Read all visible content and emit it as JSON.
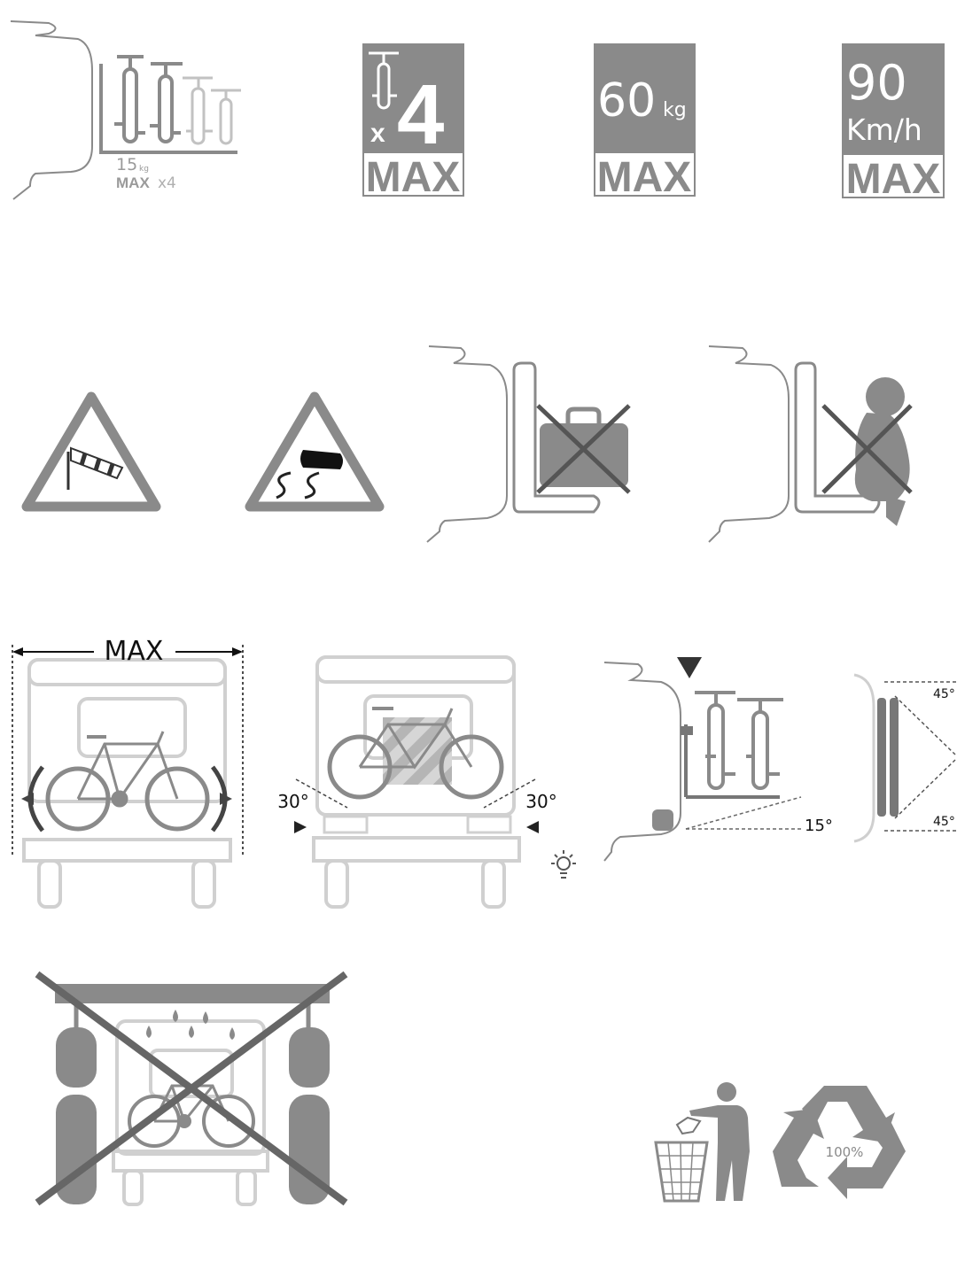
{
  "rack_capacity": {
    "per_bike": "15",
    "per_bike_unit": "kg",
    "max": "MAX",
    "count": "x4"
  },
  "badges": {
    "bikes": {
      "mult": "x",
      "value": "4",
      "max": "MAX"
    },
    "load": {
      "value": "60",
      "unit": "kg",
      "max": "MAX"
    },
    "speed": {
      "value": "90",
      "unit": "Km/h",
      "max": "MAX"
    }
  },
  "width_diagram": {
    "label": "MAX"
  },
  "lights_diagram": {
    "angle_left": "30°",
    "angle_right": "30°"
  },
  "side_diagram": {
    "angle": "15°"
  },
  "fold_diagram": {
    "angle_top": "45°",
    "angle_bottom": "45°"
  },
  "recycle": {
    "percent": "100%"
  },
  "colors": {
    "primary": "#8a8a8a",
    "dark": "#4a4a4a",
    "light": "#cfcfcf",
    "ink": "#111111"
  }
}
